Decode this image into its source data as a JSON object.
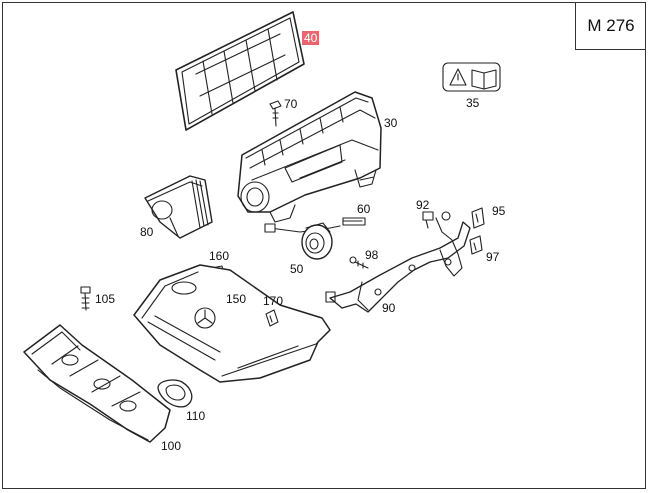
{
  "model_code": "M 276",
  "highlight_color": "#e8666f",
  "labels": {
    "p40": "40",
    "p70": "70",
    "p35": "35",
    "p30": "30",
    "p80": "80",
    "p60": "60",
    "p92": "92",
    "p95": "95",
    "p160": "160",
    "p50": "50",
    "p98": "98",
    "p97": "97",
    "p105": "105",
    "p150": "150",
    "p170": "170",
    "p90": "90",
    "p110": "110",
    "p100": "100"
  }
}
